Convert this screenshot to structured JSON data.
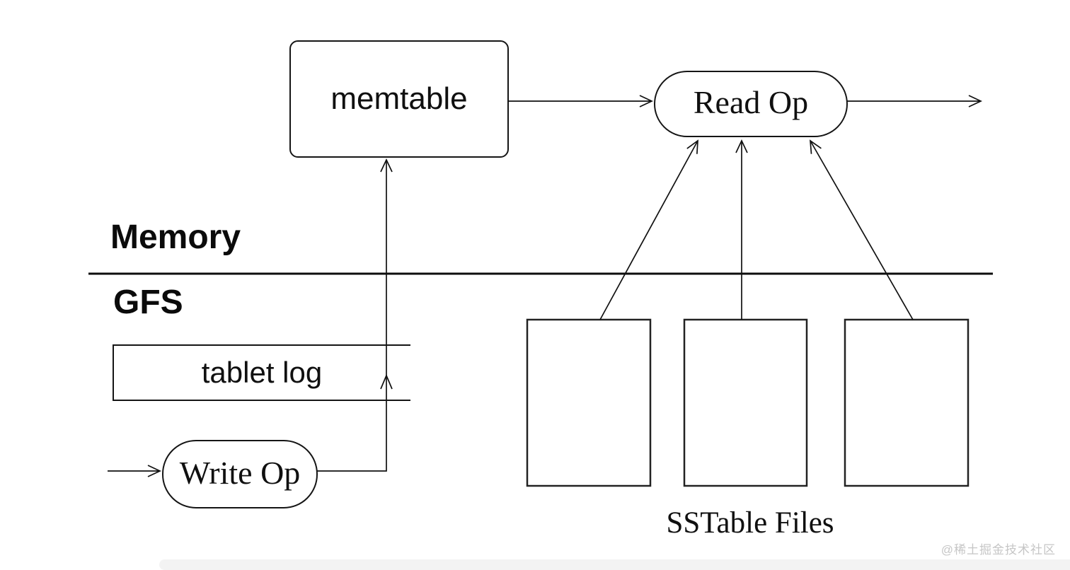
{
  "layers": {
    "memory": "Memory",
    "gfs": "GFS"
  },
  "nodes": {
    "memtable": {
      "label": "memtable"
    },
    "read_op": {
      "label": "Read Op"
    },
    "write_op": {
      "label": "Write Op"
    },
    "tablet_log": {
      "label": "tablet log"
    },
    "sstable_files_caption": "SSTable Files"
  },
  "edges": [
    {
      "from": "memtable",
      "to": "read_op"
    },
    {
      "from": "read_op",
      "to": "output-right"
    },
    {
      "from": "input-left",
      "to": "write_op"
    },
    {
      "from": "write_op",
      "to": "tablet_log"
    },
    {
      "from": "write_op",
      "to": "memtable"
    },
    {
      "from": "sstable_1",
      "to": "read_op"
    },
    {
      "from": "sstable_2",
      "to": "read_op"
    },
    {
      "from": "sstable_3",
      "to": "read_op"
    }
  ],
  "watermark": "@稀土掘金技术社区",
  "colors": {
    "line": "#111111",
    "background": "#ffffff",
    "watermark_text": "#c6c6c6",
    "bottom_strip": "#f3f3f3"
  }
}
